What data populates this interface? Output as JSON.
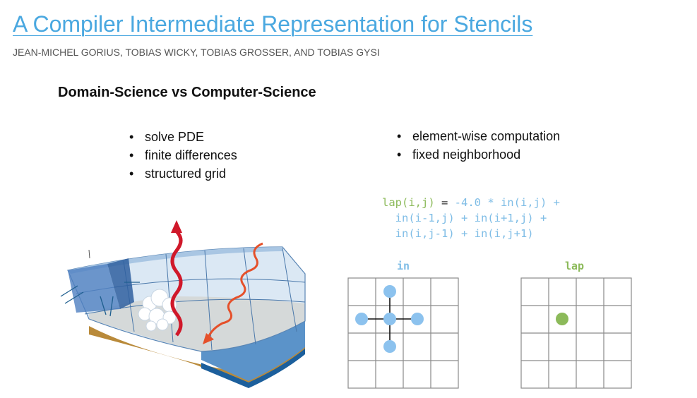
{
  "slide": {
    "title": "A Compiler Intermediate Representation for Stencils",
    "authors": "JEAN-MICHEL GORIUS, TOBIAS WICKY, TOBIAS GROSSER, AND TOBIAS GYSI",
    "subtitle": "Domain-Science vs Computer-Science"
  },
  "domain_science": {
    "bullets": [
      "solve PDE",
      "finite differences",
      "structured grid"
    ]
  },
  "computer_science": {
    "bullets": [
      "element-wise computation",
      "fixed neighborhood"
    ]
  },
  "code": {
    "lhs": "lap(i,j)",
    "eq": " = ",
    "line1_rhs": "-4.0 * in(i,j) +",
    "line2": "  in(i-1,j) + in(i+1,j) +",
    "line3": "  in(i,j-1) + in(i,j+1)"
  },
  "grids": {
    "input_label": "in",
    "output_label": "lap"
  },
  "colors": {
    "title": "#4aa8e0",
    "in": "#7fbde6",
    "lap": "#8cba5a",
    "wave_red": "#d0182a",
    "wave_orange": "#e5502a"
  }
}
